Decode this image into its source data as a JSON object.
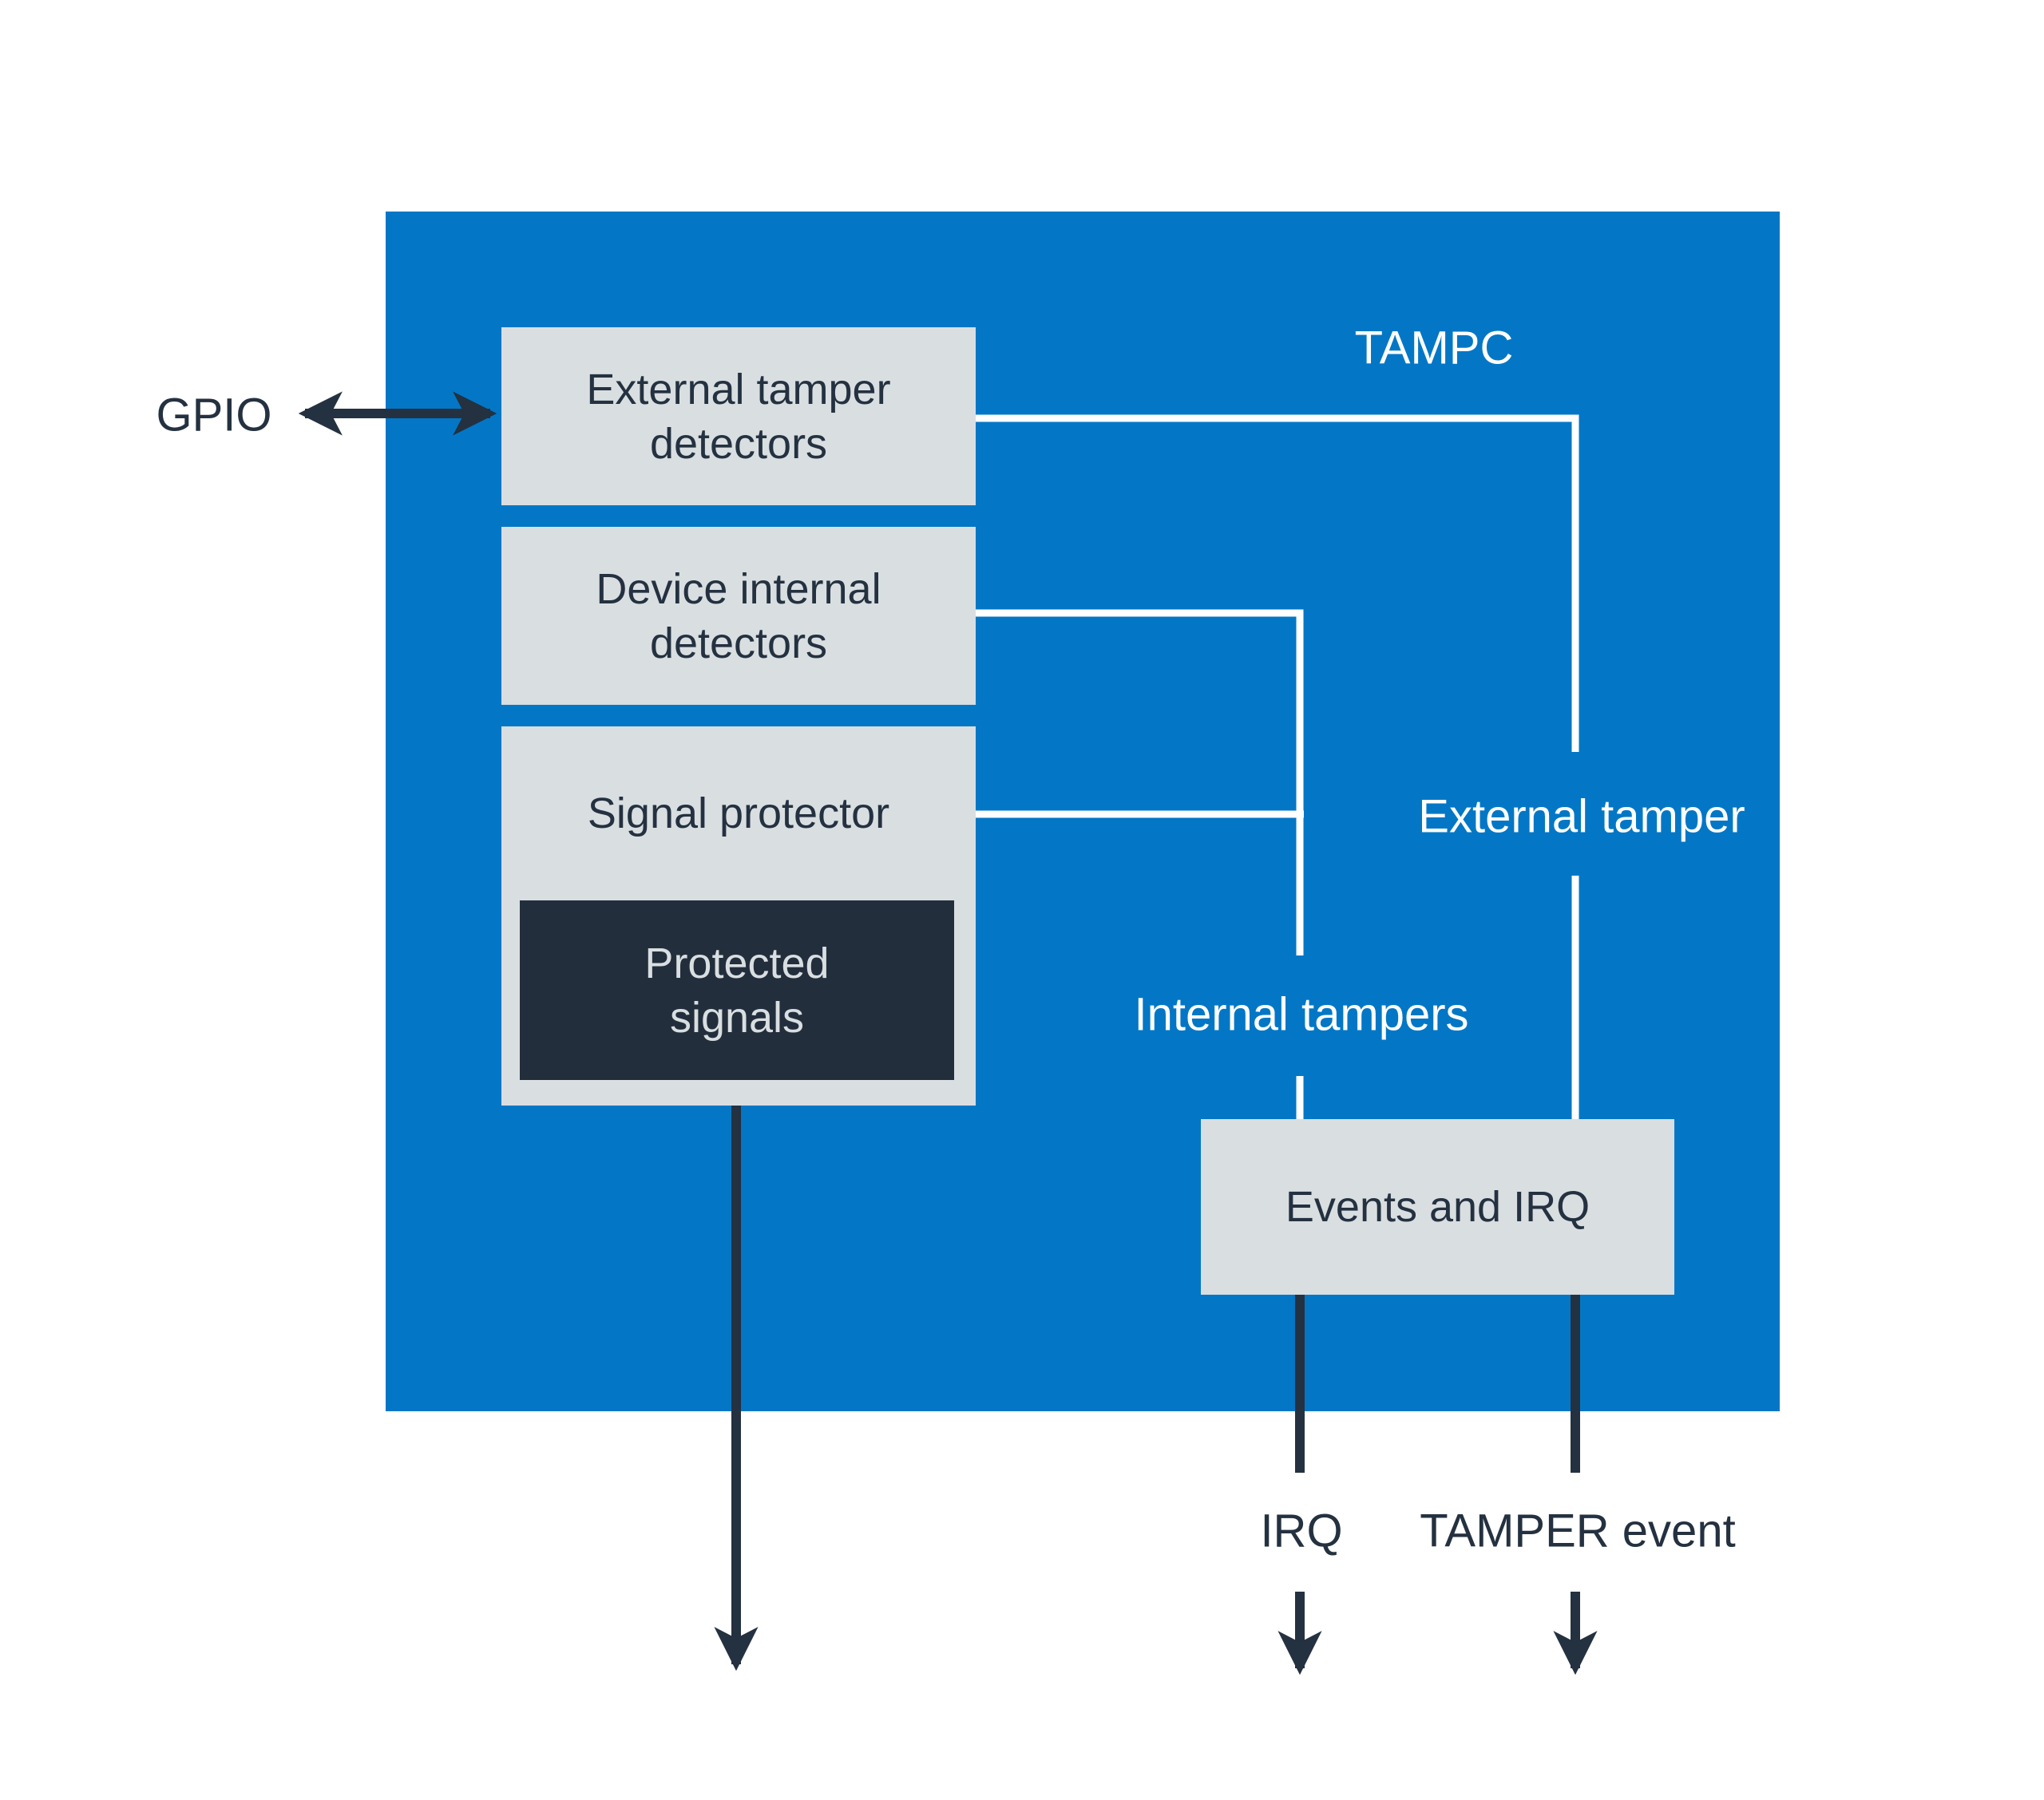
{
  "diagram": {
    "title": "TAMPC",
    "blocks": {
      "external_tamper_detectors": "External tamper detectors",
      "device_internal_detectors": "Device internal detectors",
      "signal_protector": "Signal protector",
      "protected_signals": "Protected signals",
      "events_and_irq": "Events and IRQ"
    },
    "wire_labels": {
      "external_tamper": "External tamper",
      "internal_tampers": "Internal tampers"
    },
    "io_labels": {
      "gpio": "GPIO",
      "irq": "IRQ",
      "tamper_event": "TAMPER event"
    },
    "colors": {
      "bg": "#ffffff",
      "blue": "#0377c6",
      "gray": "#d9dee1",
      "navy": "#243140",
      "navybox": "#232e3d",
      "wire_white": "#ffffff"
    }
  }
}
